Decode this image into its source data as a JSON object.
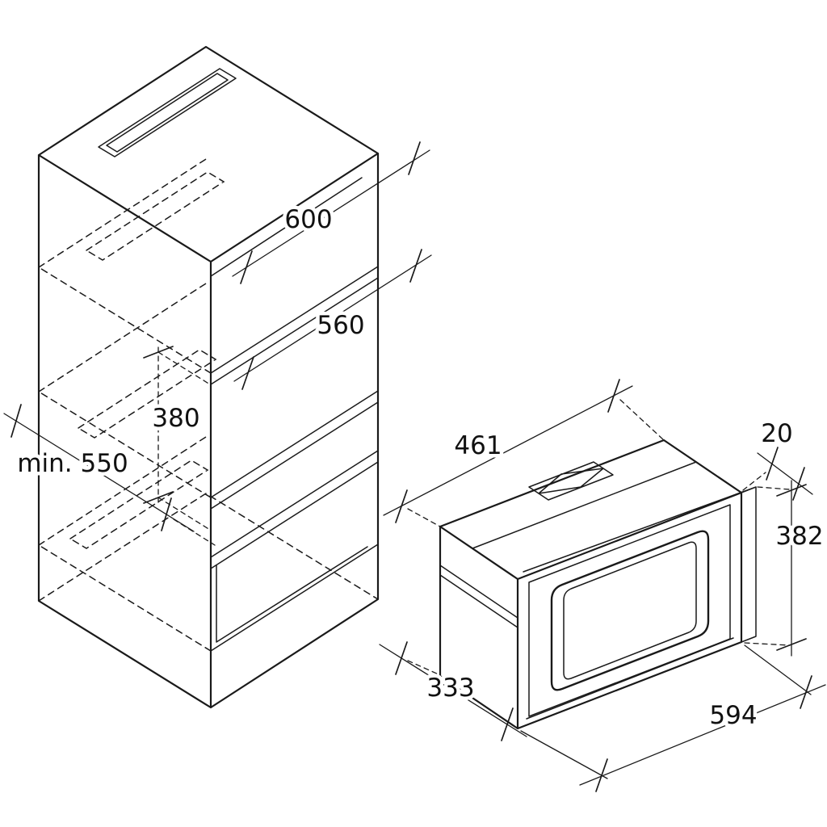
{
  "cabinet": {
    "dims": {
      "opening_width": "600",
      "inner_width": "560",
      "niche_height": "380",
      "min_depth": "min. 550"
    }
  },
  "oven": {
    "dims": {
      "depth_top": "461",
      "trim_overhang": "20",
      "height": "382",
      "depth_bottom": "333",
      "width": "594"
    }
  },
  "colors": {
    "line": "#1a1a1a",
    "background": "#ffffff"
  }
}
